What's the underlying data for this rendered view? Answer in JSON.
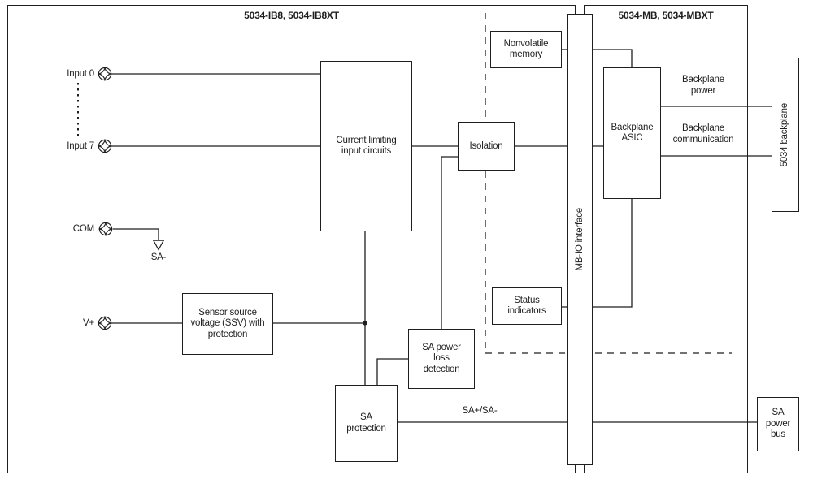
{
  "diagram": {
    "left_module": {
      "title": "5034-IB8, 5034-IB8XT"
    },
    "right_module": {
      "title": "5034-MB, 5034-MBXT"
    },
    "terminals": [
      {
        "label": "Input 0"
      },
      {
        "label": "Input 7"
      },
      {
        "label": "COM"
      },
      {
        "label": "V+"
      }
    ],
    "blocks": {
      "current_limiting": "Current limiting\ninput circuits",
      "isolation": "Isolation",
      "nonvolatile_memory": "Nonvolatile\nmemory",
      "mb_io_interface": "MB-IO interface",
      "backplane_asic": "Backplane\nASIC",
      "backplane_5034": "5034 backplane",
      "status_indicators": "Status\nindicators",
      "sa_power_loss": "SA power\nloss\ndetection",
      "sa_protection": "SA\nprotection",
      "ssv": "Sensor source\nvoltage (SSV) with\nprotection",
      "sa_power_bus": "SA\npower\nbus"
    },
    "wire_labels": {
      "sa_minus": "SA-",
      "sa_plus_minus": "SA+/SA-",
      "backplane_power": "Backplane\npower",
      "backplane_communication": "Backplane\ncommunication"
    },
    "colors": {
      "line": "#1f1f1f",
      "background": "#ffffff"
    }
  }
}
